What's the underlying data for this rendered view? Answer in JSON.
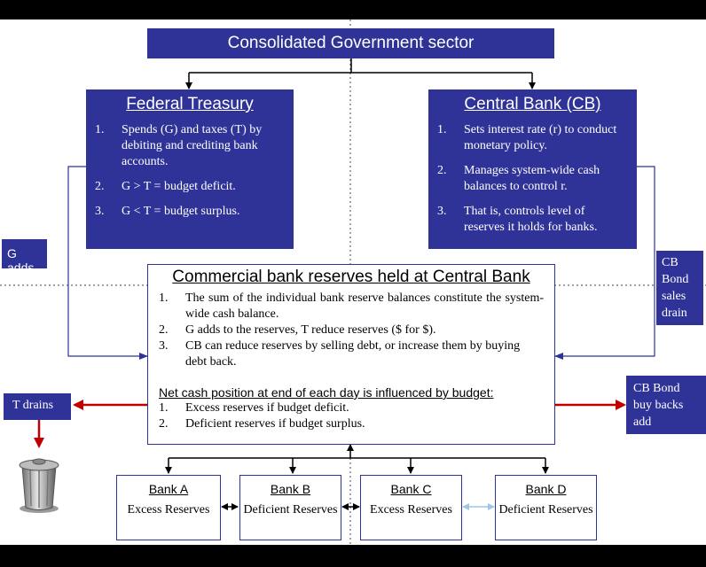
{
  "header": {
    "title": "Consolidated Government sector"
  },
  "treasury": {
    "title": "Federal Treasury",
    "items": [
      {
        "n": "1.",
        "text": "Spends (G) and taxes (T) by debiting and crediting bank accounts."
      },
      {
        "n": "2.",
        "text": "G > T = budget deficit."
      },
      {
        "n": "3.",
        "text": "G < T = budget surplus."
      }
    ]
  },
  "central_bank": {
    "title": "Central Bank (CB)",
    "items": [
      {
        "n": "1.",
        "text": "Sets interest rate (r) to conduct monetary policy."
      },
      {
        "n": "2.",
        "text": "Manages system-wide cash balances to control r."
      },
      {
        "n": "3.",
        "text": "That is, controls level of reserves it holds for banks."
      }
    ]
  },
  "reserves": {
    "title": "Commercial bank reserves held at Central Bank",
    "items": [
      {
        "n": "1.",
        "text": "The sum of the individual bank reserve balances constitute the system-wide cash balance."
      },
      {
        "n": "2.",
        "text": "G adds to the reserves, T reduce reserves ($ for $)."
      },
      {
        "n": "3.",
        "text": "CB can reduce reserves by selling debt, or increase them by buying debt back."
      }
    ],
    "subtitle": "Net cash position at end of each day is influenced by budget:",
    "sub_items": [
      {
        "n": "1.",
        "text": "Excess reserves if budget deficit."
      },
      {
        "n": "2.",
        "text": "Deficient reserves if budget surplus."
      }
    ]
  },
  "labels": {
    "g_adds": "G adds",
    "cb_bond_sales": "CB Bond sales drain",
    "t_drains": "T drains",
    "cb_buybacks": "CB Bond buy backs add"
  },
  "banks": [
    {
      "name": "Bank A",
      "status": "Excess Reserves"
    },
    {
      "name": "Bank B",
      "status": "Deficient Reserves"
    },
    {
      "name": "Bank C",
      "status": "Excess Reserves"
    },
    {
      "name": "Bank D",
      "status": "Deficient Reserves"
    }
  ],
  "icons": {
    "trash": "trash-can-icon"
  },
  "colors": {
    "navy": "#2f3397",
    "arrow_red": "#c00000",
    "arrow_navy": "#2f3397",
    "connector_light": "#9fc6e8"
  }
}
